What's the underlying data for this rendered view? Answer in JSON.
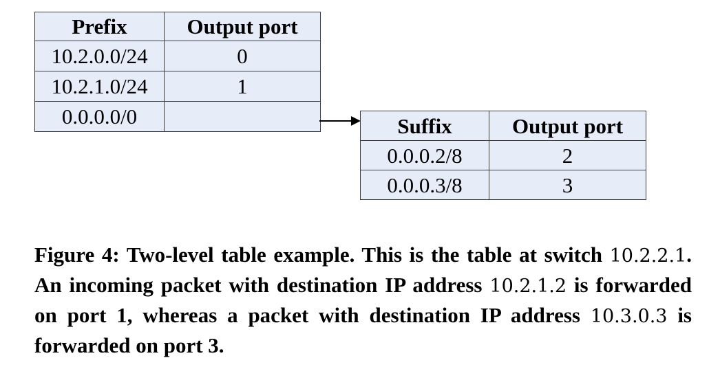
{
  "prefix_table": {
    "headers": [
      "Prefix",
      "Output port"
    ],
    "rows": [
      [
        "10.2.0.0/24",
        "0"
      ],
      [
        "10.2.1.0/24",
        "1"
      ],
      [
        "0.0.0.0/0",
        ""
      ]
    ]
  },
  "suffix_table": {
    "headers": [
      "Suffix",
      "Output port"
    ],
    "rows": [
      [
        "0.0.0.2/8",
        "2"
      ],
      [
        "0.0.0.3/8",
        "3"
      ]
    ]
  },
  "caption": {
    "p1": "Figure 4: Two-level table example. This is the table at switch ",
    "addr1": "10.2.2.1",
    "p2": ". An incoming packet with destination IP address ",
    "addr2": "10.2.1.2",
    "p3": " is forwarded on port 1, whereas a packet with destination IP address ",
    "addr3": "10.3.0.3",
    "p4": " is forwarded on port 3."
  },
  "colors": {
    "table_fill": "#e6ecf8",
    "border": "#3a3a3a"
  }
}
